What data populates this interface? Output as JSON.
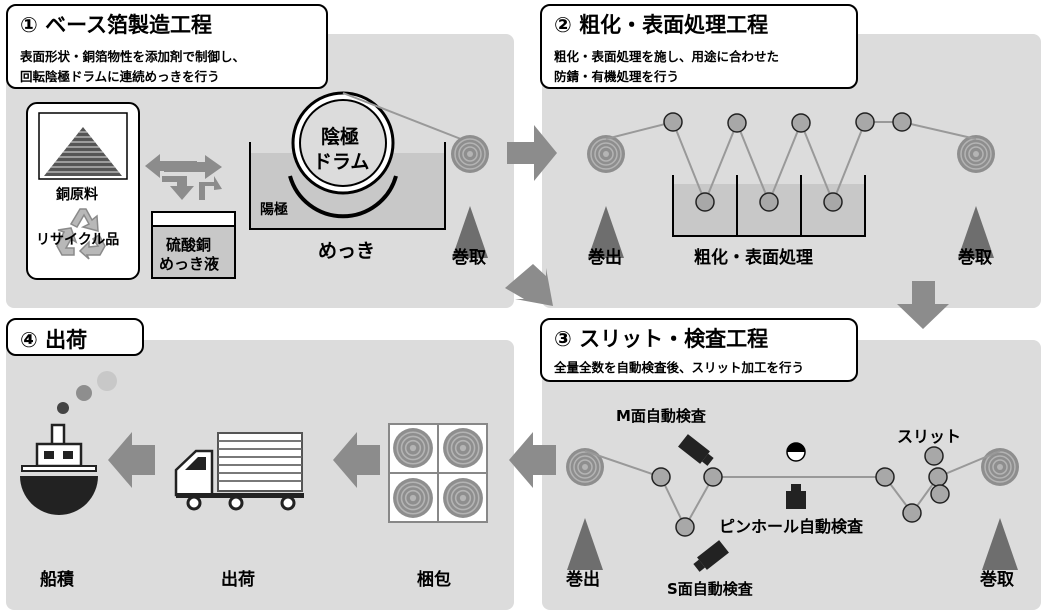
{
  "colors": {
    "panel": "#dcdcdc",
    "arrow": "#8c8c8c",
    "roll": "#8e8e8e",
    "tank": "#c8c8c8",
    "stand": "#6e6e6e",
    "dark": "#333333"
  },
  "step1": {
    "title": "① ベース箔製造工程",
    "desc1": "表面形状・銅箔物性を添加剤で制御し、",
    "desc2": "回転陰極ドラムに連続めっきを行う",
    "copper_label": "銅原料",
    "recycle_label": "リサイクル品",
    "solution_line1": "硫酸銅",
    "solution_line2": "めっき液",
    "drum_line1": "陰極",
    "drum_line2": "ドラム",
    "anode_label": "陽極",
    "plating_label": "めっき",
    "winding_label": "巻取"
  },
  "step2": {
    "title": "② 粗化・表面処理工程",
    "desc1": "粗化・表面処理を施し、用途に合わせた",
    "desc2": "防錆・有機処理を行う",
    "unwind_label": "巻出",
    "process_label": "粗化・表面処理",
    "winding_label": "巻取"
  },
  "step3": {
    "title": "③ スリット・検査工程",
    "desc1": "全量全数を自動検査後、スリット加工を行う",
    "m_inspect_label": "M面自動検査",
    "s_inspect_label": "S面自動検査",
    "pinhole_label": "ピンホール自動検査",
    "slit_label": "スリット",
    "unwind_label": "巻出",
    "winding_label": "巻取"
  },
  "step4": {
    "title": "④ 出荷",
    "ship_label": "船積",
    "ship_out_label": "出荷",
    "packing_label": "梱包"
  }
}
